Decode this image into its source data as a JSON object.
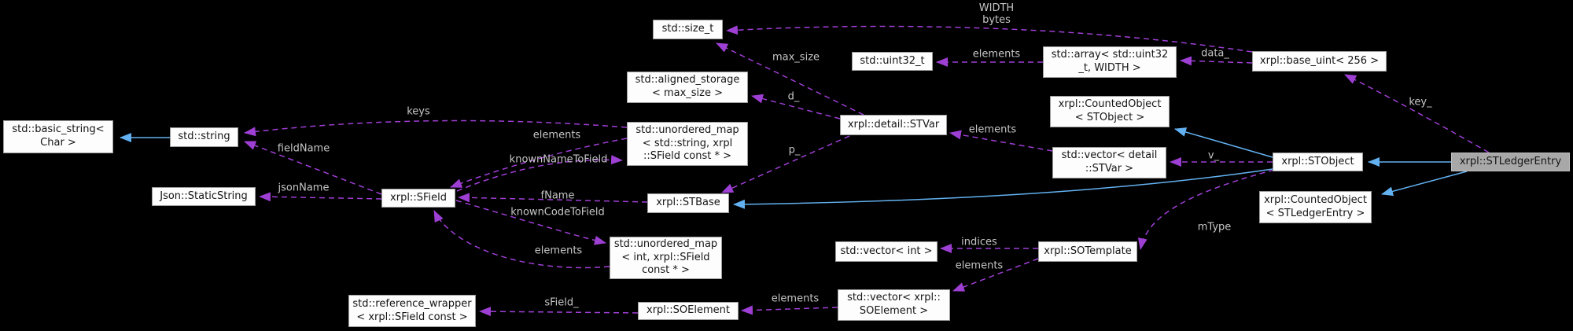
{
  "diagram": {
    "type": "doxygen-collaboration-graph",
    "focus_class": "xrpl::STLedgerEntry"
  },
  "colors": {
    "background": "#000000",
    "node_fill": "#fdfdfd",
    "node_border": "#9c9c9c",
    "highlight_node_fill": "#a8a8a8",
    "dashed_edge": "#9e3fd4",
    "solid_edge": "#63b1f0",
    "edge_label_text": "#c6c6c6",
    "node_text": "#151515"
  },
  "nodes": {
    "basic_string": {
      "label": "std::basic_string<\nChar >"
    },
    "string": {
      "label": "std::string"
    },
    "static_string": {
      "label": "Json::StaticString"
    },
    "sfield": {
      "label": "xrpl::SField"
    },
    "size_t": {
      "label": "std::size_t"
    },
    "aligned_storage": {
      "label": "std::aligned_storage\n< max_size >"
    },
    "umap_string": {
      "label": "std::unordered_map\n< std::string, xrpl\n::SField const * >"
    },
    "uint32_t": {
      "label": "std::uint32_t"
    },
    "array": {
      "label": "std::array< std::uint32\n_t, WIDTH >"
    },
    "base_uint": {
      "label": "xrpl::base_uint< 256 >"
    },
    "stvar": {
      "label": "xrpl::detail::STVar"
    },
    "co_stobject": {
      "label": "xrpl::CountedObject\n< STObject >"
    },
    "vec_stvar": {
      "label": "std::vector< detail\n::STVar >"
    },
    "stobject": {
      "label": "xrpl::STObject"
    },
    "stledgerentry": {
      "label": "xrpl::STLedgerEntry"
    },
    "co_stle": {
      "label": "xrpl::CountedObject\n< STLedgerEntry >"
    },
    "stbase": {
      "label": "xrpl::STBase"
    },
    "umap_int": {
      "label": "std::unordered_map\n< int, xrpl::SField\nconst * >"
    },
    "vec_int": {
      "label": "std::vector< int >"
    },
    "sotemplate": {
      "label": "xrpl::SOTemplate"
    },
    "ref_wrapper": {
      "label": "std::reference_wrapper\n< xrpl::SField const >"
    },
    "soelement": {
      "label": "xrpl::SOElement"
    },
    "vec_soelement": {
      "label": "std::vector< xrpl::\nSOElement >"
    }
  },
  "edge_labels": {
    "keys": "keys",
    "fieldName": "fieldName",
    "jsonName": "jsonName",
    "elements": "elements",
    "knownNameToField": "knownNameToField",
    "fName": "fName",
    "knownCodeToField": "knownCodeToField",
    "sField": "sField_",
    "indices": "indices",
    "max_size": "max_size",
    "d": "d_",
    "p": "p_",
    "width_bytes": "WIDTH\nbytes",
    "data": "data_",
    "key": "key_",
    "v": "v_",
    "mType": "mType"
  }
}
